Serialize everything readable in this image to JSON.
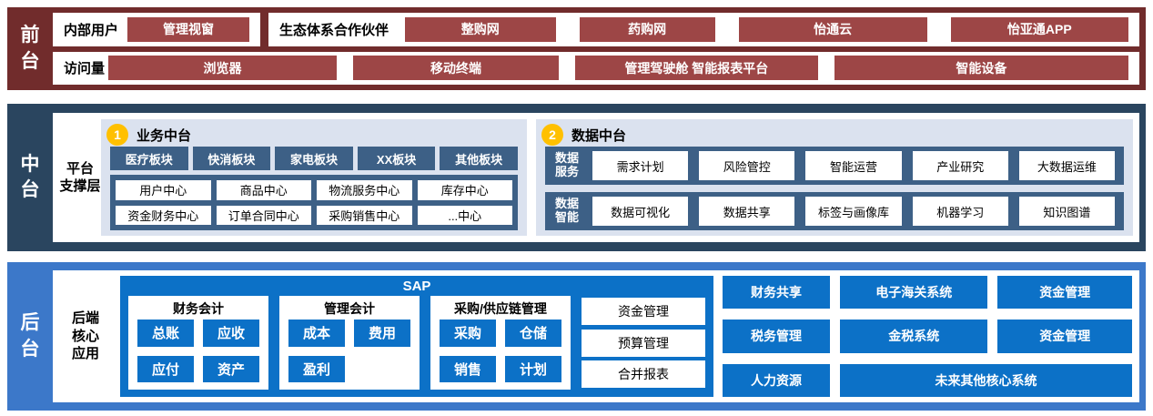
{
  "colors": {
    "front_band": "#712c2c",
    "front_button": "#9d4646",
    "mid_band": "#2a455f",
    "mid_chip": "#3d6086",
    "mid_panel": "#dbe2ef",
    "back_band": "#3c78c9",
    "back_button": "#0c71c7",
    "badge": "#ffc000"
  },
  "front": {
    "rail": "前台",
    "internal_users": {
      "label": "内部用户",
      "buttons": [
        "管理视窗"
      ]
    },
    "partners": {
      "label": "生态体系合作伙伴",
      "buttons": [
        "整购网",
        "药购网",
        "怡通云",
        "怡亚通APP"
      ]
    },
    "visits": {
      "label": "访问量",
      "buttons": [
        "浏览器",
        "移动终端",
        "管理驾驶舱 智能报表平台",
        "智能设备"
      ]
    }
  },
  "middle": {
    "rail": "中台",
    "support_label": "平台\n支撑层",
    "business": {
      "badge": "1",
      "title": "业务中台",
      "sectors": [
        "医疗板块",
        "快消板块",
        "家电板块",
        "XX板块",
        "其他板块"
      ],
      "centers": [
        "用户中心",
        "商品中心",
        "物流服务中心",
        "库存中心",
        "资金财务中心",
        "订单合同中心",
        "采购销售中心",
        "...中心"
      ]
    },
    "data": {
      "badge": "2",
      "title": "数据中台",
      "rows": [
        {
          "label": "数据\n服务",
          "cells": [
            "需求计划",
            "风险管控",
            "智能运营",
            "产业研究",
            "大数据运维"
          ]
        },
        {
          "label": "数据\n智能",
          "cells": [
            "数据可视化",
            "数据共享",
            "标签与画像库",
            "机器学习",
            "知识图谱"
          ]
        }
      ]
    }
  },
  "back": {
    "rail": "后台",
    "core_label": "后端\n核心\n应用",
    "sap": {
      "title": "SAP",
      "modules": [
        {
          "title": "财务会计",
          "chips": [
            "总账",
            "应收",
            "应付",
            "资产"
          ]
        },
        {
          "title": "管理会计",
          "chips": [
            "成本",
            "费用",
            "盈利"
          ]
        },
        {
          "title": "采购/供应链管理",
          "chips": [
            "采购",
            "仓储",
            "销售",
            "计划"
          ]
        }
      ],
      "side_cells": [
        "资金管理",
        "预算管理",
        "合并报表"
      ]
    },
    "systems": [
      "财务共享",
      "电子海关系统",
      "资金管理",
      "税务管理",
      "金税系统",
      "资金管理",
      "人力资源",
      "未来其他核心系统"
    ]
  }
}
